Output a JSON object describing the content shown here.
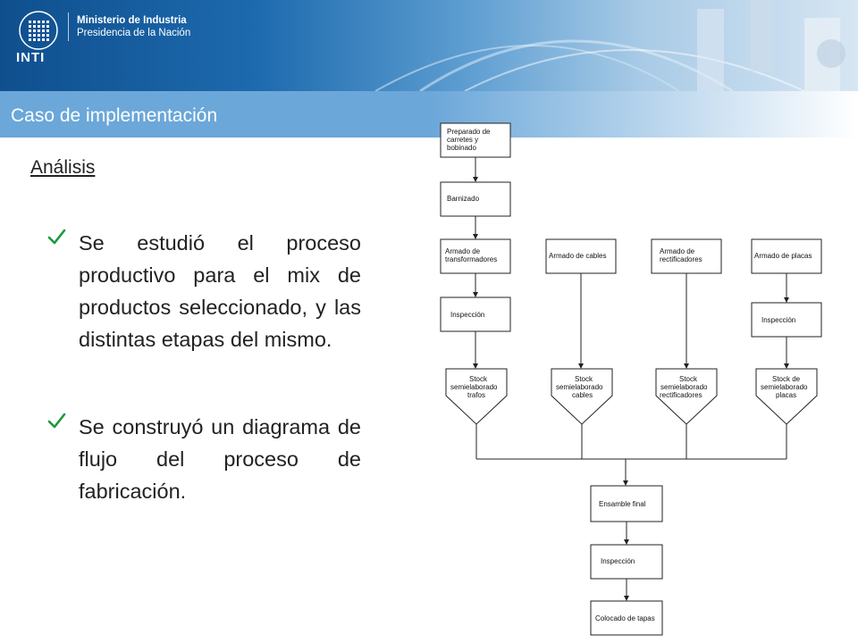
{
  "header": {
    "ministry_line1": "Ministerio de Industria",
    "ministry_line2": "Presidencia de la Nación",
    "logo_text": "INTI",
    "logo_icon": "inti-grid-logo-icon"
  },
  "title": "Caso de implementación",
  "subtitle": "Análisis",
  "bullets": [
    "Se estudió el proceso productivo para el mix de productos seleccionado, y las distintas etapas del mismo.",
    "Se construyó un diagrama de flujo del proceso de fabricación."
  ],
  "flow": {
    "boxes": {
      "preparado": [
        "Preparado de",
        "carretes y",
        "bobinado"
      ],
      "barnizado": [
        "Barnizado"
      ],
      "armado_trafos": [
        "Armado de",
        "transformadores"
      ],
      "armado_cables": [
        "Armado de cables"
      ],
      "armado_rect": [
        "Armado de",
        "rectificadores"
      ],
      "armado_placas": [
        "Armado de placas"
      ],
      "inspeccion1": [
        "Inspección"
      ],
      "inspeccion2": [
        "Inspección"
      ],
      "ensamble": [
        "Ensamble final"
      ],
      "inspeccion3": [
        "Inspección"
      ],
      "colocado": [
        "Colocado de tapas"
      ]
    },
    "stocks": {
      "trafos": [
        "Stock",
        "semielaborado",
        "trafos"
      ],
      "cables": [
        "Stock",
        "semielaborado",
        "cables"
      ],
      "rect": [
        "Stock",
        "semielaborado",
        "rectificadores"
      ],
      "placas": [
        "Stock de",
        "semielaborado",
        "placas"
      ]
    }
  },
  "colors": {
    "header_dark": "#0f4f8e",
    "title_bar": "#6ba7d9",
    "check": "#1a9a3a"
  }
}
